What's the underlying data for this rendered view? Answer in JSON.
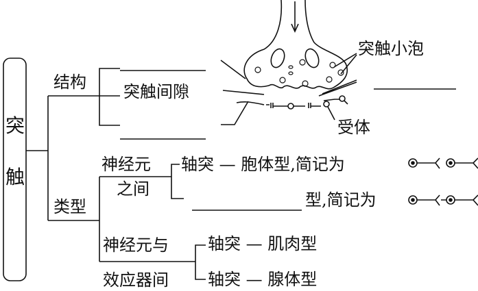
{
  "root": {
    "char1": "突",
    "char2": "触"
  },
  "structure": {
    "label": "结构",
    "middle_item": "突触间隙",
    "synapse_labels": {
      "vesicle": "突触小泡",
      "receptor": "受体"
    }
  },
  "types": {
    "label": "类型",
    "between_neurons": {
      "label_line1": "神经元",
      "label_line2": "之间",
      "item1": "轴突 — 胞体型,简记为",
      "item2_suffix": "型,简记为"
    },
    "neuron_effector": {
      "label_line1": "神经元与",
      "label_line2": "效应器间",
      "item1": "轴突 — 肌肉型",
      "item2": "轴突 — 腺体型"
    }
  }
}
